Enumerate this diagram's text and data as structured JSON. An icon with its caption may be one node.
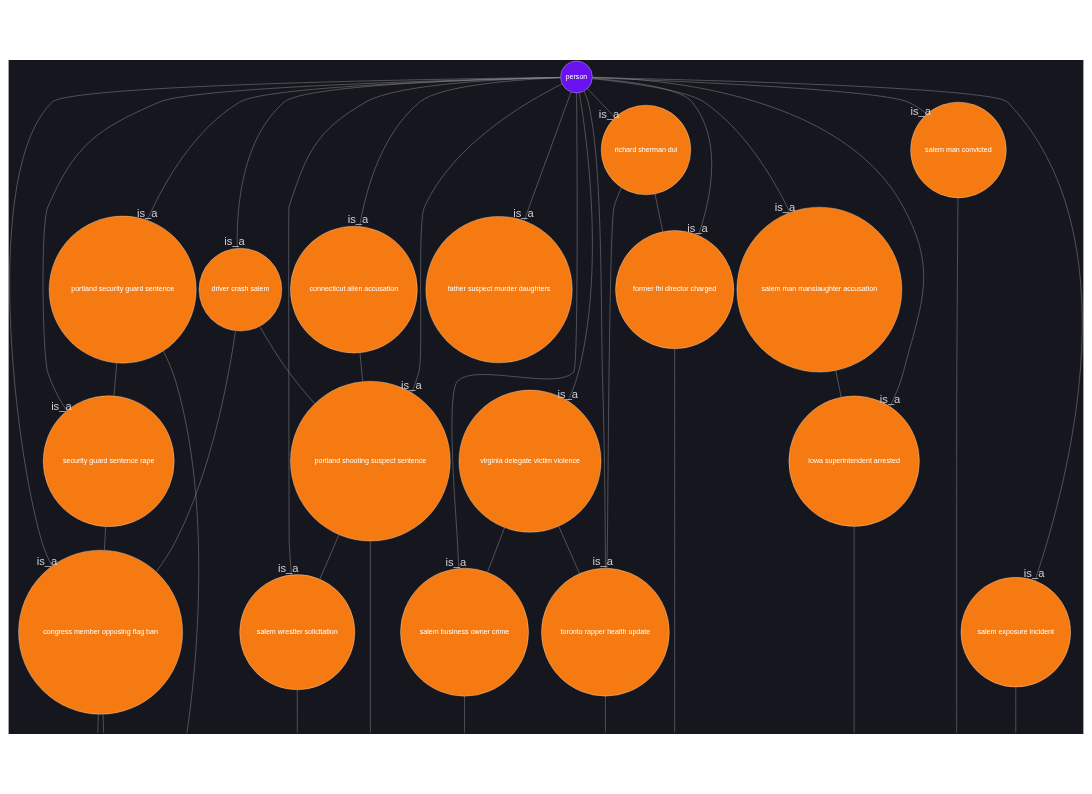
{
  "diagram": {
    "nodes": [
      {
        "text": [
          "person"
        ]
      },
      {
        "text": [
          "portland security guard sentence"
        ]
      },
      {
        "text": [
          "security guard sentence rape"
        ]
      },
      {
        "text": [
          "driver crash salem"
        ]
      },
      {
        "text": [
          "connecticut alien accusation"
        ]
      },
      {
        "text": [
          "congress member opposing flag ban"
        ]
      },
      {
        "text": [
          "portland shooting suspect sentence"
        ]
      },
      {
        "text": [
          "father suspect murder daughters"
        ]
      },
      {
        "text": [
          "virginia delegate victim violence"
        ]
      },
      {
        "text": [
          "richard sherman dui"
        ]
      },
      {
        "text": [
          "salem man manslaughter accusation"
        ]
      },
      {
        "text": [
          "salem business owner crime"
        ]
      },
      {
        "text": [
          "salem wrestler solicitation"
        ]
      },
      {
        "text": [
          "former fbi director charged"
        ]
      },
      {
        "text": [
          "iowa superintendent arrested"
        ]
      },
      {
        "text": [
          "salem man convicted"
        ]
      },
      {
        "text": [
          "toronto rapper health update"
        ]
      },
      {
        "text": [
          "salem exposure incident"
        ]
      }
    ],
    "edges": [
      {
        "from": 0,
        "to": 1,
        "arrow": "none",
        "label": "is_a"
      },
      {
        "from": 0,
        "to": 2,
        "arrow": "none",
        "label": "is_a"
      },
      {
        "from": 0,
        "to": 3,
        "arrow": "none",
        "label": "is_a"
      },
      {
        "from": 0,
        "to": 4,
        "arrow": "none",
        "label": "is_a"
      },
      {
        "from": 0,
        "to": 5,
        "arrow": "none",
        "label": "is_a"
      },
      {
        "from": 0,
        "to": 6,
        "arrow": "none",
        "label": "is_a"
      },
      {
        "from": 0,
        "to": 7,
        "arrow": "none",
        "label": "is_a"
      },
      {
        "from": 0,
        "to": 8,
        "arrow": "none",
        "label": "is_a"
      },
      {
        "from": 0,
        "to": 9,
        "arrow": "none",
        "label": "is_a"
      },
      {
        "from": 0,
        "to": 10,
        "arrow": "none",
        "label": "is_a"
      },
      {
        "from": 0,
        "to": 11,
        "arrow": "none",
        "label": "is_a"
      },
      {
        "from": 0,
        "to": 12,
        "arrow": "none",
        "label": "is_a"
      },
      {
        "from": 0,
        "to": 13,
        "arrow": "none",
        "label": "is_a"
      },
      {
        "from": 0,
        "to": 14,
        "arrow": "none",
        "label": "is_a"
      },
      {
        "from": 0,
        "to": 15,
        "arrow": "none",
        "label": "is_a"
      },
      {
        "from": 0,
        "to": 16,
        "arrow": "none",
        "label": "is_a"
      },
      {
        "from": 0,
        "to": 17,
        "arrow": "none",
        "label": "is_a"
      },
      {
        "from": 1,
        "to": 2,
        "arrow": "none"
      },
      {
        "from": 2,
        "to": 5,
        "arrow": "none"
      },
      {
        "from": 3,
        "to": 5,
        "arrow": "none"
      },
      {
        "from": 3,
        "to": 6,
        "arrow": "none"
      },
      {
        "from": 4,
        "to": 6,
        "arrow": "none"
      },
      {
        "from": 6,
        "to": 12,
        "arrow": "none"
      },
      {
        "from": 10,
        "to": 14,
        "arrow": "none"
      },
      {
        "from": 8,
        "to": 11,
        "arrow": "none"
      },
      {
        "from": 8,
        "to": 16,
        "arrow": "none"
      },
      {
        "from": 9,
        "to": 13,
        "arrow": "none"
      },
      {
        "from": 9,
        "to": 16,
        "arrow": "none"
      },
      {
        "from": 1,
        "to": null,
        "arrow": "none"
      },
      {
        "from": 5,
        "to": null,
        "arrow": "none"
      },
      {
        "from": 5,
        "to": null,
        "arrow": "none"
      },
      {
        "from": 12,
        "to": null,
        "arrow": "none"
      },
      {
        "from": 6,
        "to": null,
        "arrow": "none"
      },
      {
        "from": 14,
        "to": null,
        "arrow": "none"
      },
      {
        "from": 15,
        "to": null,
        "arrow": "none"
      },
      {
        "from": 11,
        "to": null,
        "arrow": "none"
      },
      {
        "from": 16,
        "to": null,
        "arrow": "none"
      },
      {
        "from": 13,
        "to": null,
        "arrow": "none"
      },
      {
        "from": 17,
        "to": null,
        "arrow": "none"
      }
    ]
  }
}
